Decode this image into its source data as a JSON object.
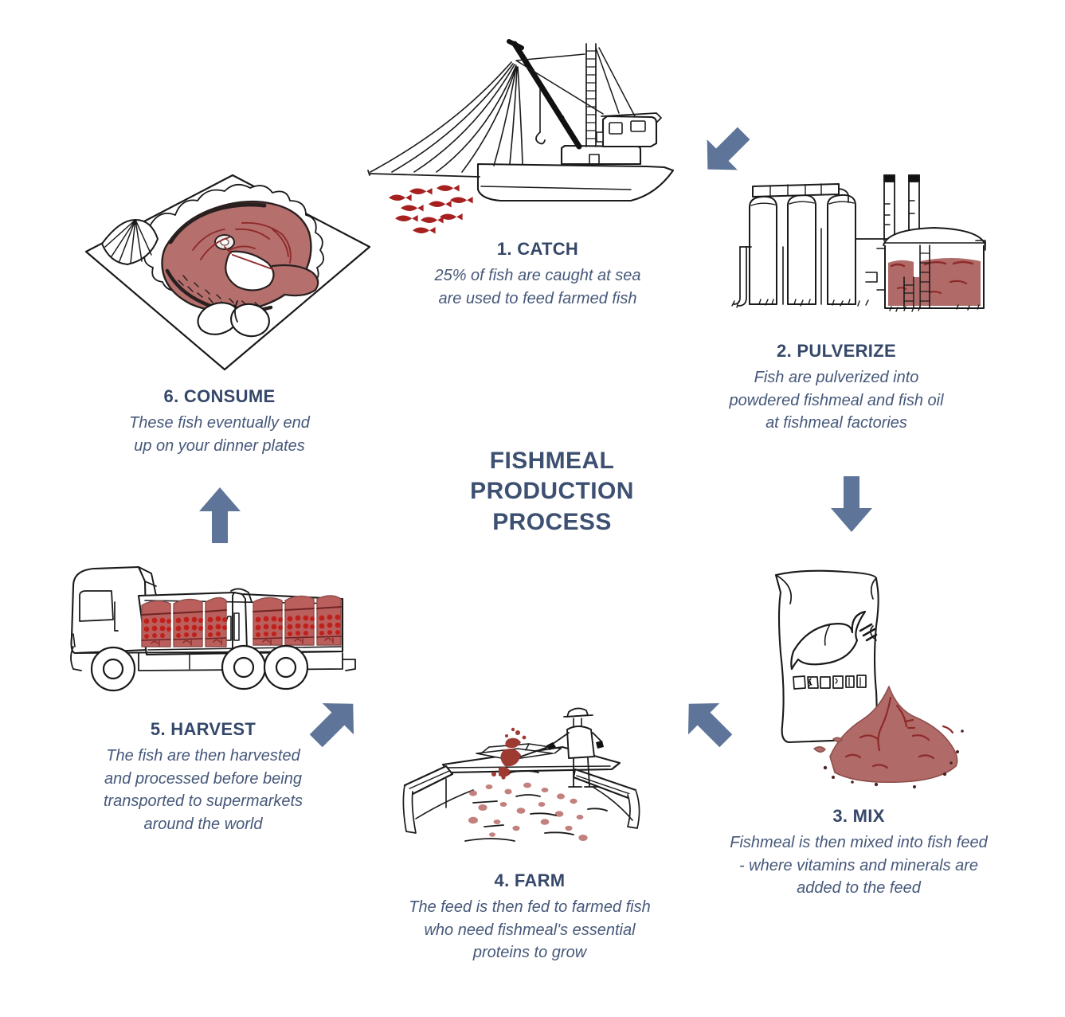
{
  "center": {
    "title_lines": [
      "FISHMEAL",
      "PRODUCTION",
      "PROCESS"
    ],
    "title_full": "FISHMEAL PRODUCTION PROCESS"
  },
  "colors": {
    "text_heading": "#36486a",
    "text_body": "#46587a",
    "center_title": "#3d5072",
    "arrow": "#5e7498",
    "ink": "#1a1a1a",
    "fish_red": "#a5201f",
    "meal_rose": "#b06a68",
    "salmon_flesh": "#b5706e",
    "crate_red": "#c0392b",
    "tank_red": "#b06a68",
    "background": "#ffffff"
  },
  "steps": [
    {
      "id": "catch",
      "number": "1",
      "title": "1. CATCH",
      "body_lines": [
        "25% of fish are caught at sea",
        "are used to feed farmed fish"
      ],
      "body": "25% of fish are caught at sea are used to feed farmed fish",
      "illustration": "fishing-boat-with-school-of-fish"
    },
    {
      "id": "pulverize",
      "number": "2",
      "title": "2. PULVERIZE",
      "body_lines": [
        "Fish are pulverized into",
        "powdered fishmeal and fish oil",
        "at fishmeal factories"
      ],
      "body": "Fish are pulverized into powdered fishmeal and fish oil at fishmeal factories",
      "illustration": "fishmeal-factory-silos-and-vat"
    },
    {
      "id": "mix",
      "number": "3",
      "title": "3. MIX",
      "body_lines": [
        "Fishmeal is then mixed into fish feed",
        "- where vitamins and minerals are",
        "added to the feed"
      ],
      "body": "Fishmeal is then mixed into fish feed - where vitamins and minerals are added to the feed",
      "illustration": "feed-sack-and-fishmeal-powder-pile"
    },
    {
      "id": "farm",
      "number": "4",
      "title": "4. FARM",
      "body_lines": [
        "The feed is then fed to farmed fish",
        "who need fishmeal's essential",
        "proteins to grow"
      ],
      "body": "The feed is then fed to farmed fish who need fishmeal's essential proteins to grow",
      "illustration": "worker-feeding-fish-pen"
    },
    {
      "id": "harvest",
      "number": "5",
      "title": "5. HARVEST",
      "body_lines": [
        "The fish are then harvested",
        "and processed before being",
        "transported to supermarkets",
        "around the world"
      ],
      "body": "The fish are then harvested and processed before being transported to supermarkets around the world",
      "illustration": "delivery-truck-loaded-with-fish-crates"
    },
    {
      "id": "consume",
      "number": "6",
      "title": "6. CONSUME",
      "body_lines": [
        "These fish eventually end",
        "up on your dinner plates"
      ],
      "body": "These fish eventually end up on your dinner plates",
      "illustration": "salmon-steak-on-plate-with-lemon-and-eggs"
    }
  ],
  "arrows": [
    {
      "id": "catch-to-pulverize",
      "direction": "down-right"
    },
    {
      "id": "pulverize-to-mix",
      "direction": "down"
    },
    {
      "id": "mix-to-farm",
      "direction": "down-left"
    },
    {
      "id": "farm-to-harvest",
      "direction": "up-left"
    },
    {
      "id": "harvest-to-consume",
      "direction": "up"
    }
  ]
}
